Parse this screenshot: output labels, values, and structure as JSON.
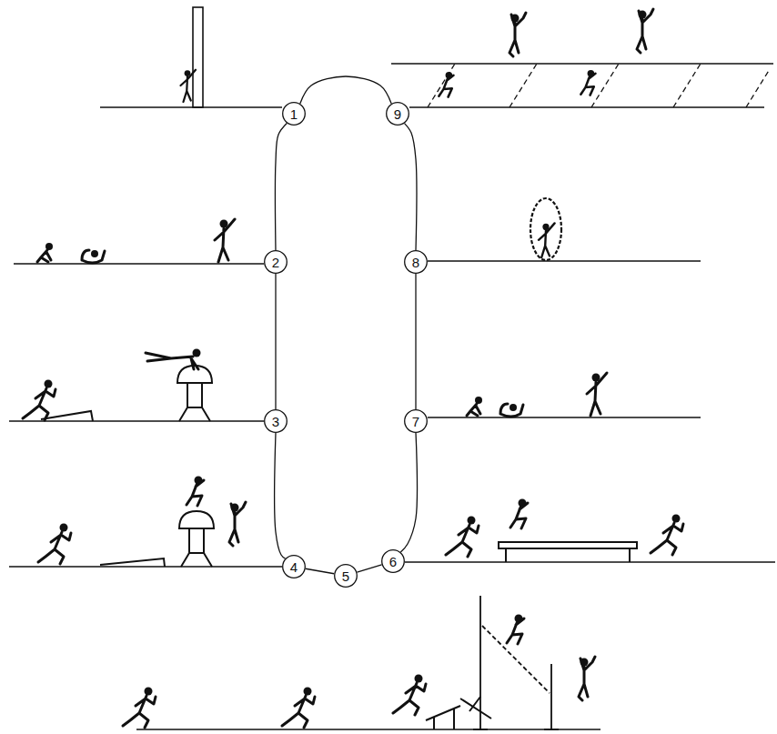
{
  "diagram": {
    "nodes": [
      {
        "text": [
          "1"
        ]
      },
      {
        "text": [
          "2"
        ]
      },
      {
        "text": [
          "3"
        ]
      },
      {
        "text": [
          "4"
        ]
      },
      {
        "text": [
          "5"
        ]
      },
      {
        "text": [
          "6"
        ]
      },
      {
        "text": [
          "7"
        ]
      },
      {
        "text": [
          "8"
        ]
      },
      {
        "text": [
          "9"
        ]
      }
    ],
    "edges": [
      {
        "from": 0,
        "to": 1,
        "arrow": "none"
      },
      {
        "from": 1,
        "to": 2,
        "arrow": "none"
      },
      {
        "from": 2,
        "to": 3,
        "arrow": "none"
      },
      {
        "from": 3,
        "to": 4,
        "arrow": "none"
      },
      {
        "from": 4,
        "to": 5,
        "arrow": "none"
      },
      {
        "from": 5,
        "to": 6,
        "arrow": "none"
      },
      {
        "from": 6,
        "to": 7,
        "arrow": "none"
      },
      {
        "from": 7,
        "to": 8,
        "arrow": "none"
      },
      {
        "from": 8,
        "to": 0,
        "arrow": "none"
      }
    ]
  }
}
